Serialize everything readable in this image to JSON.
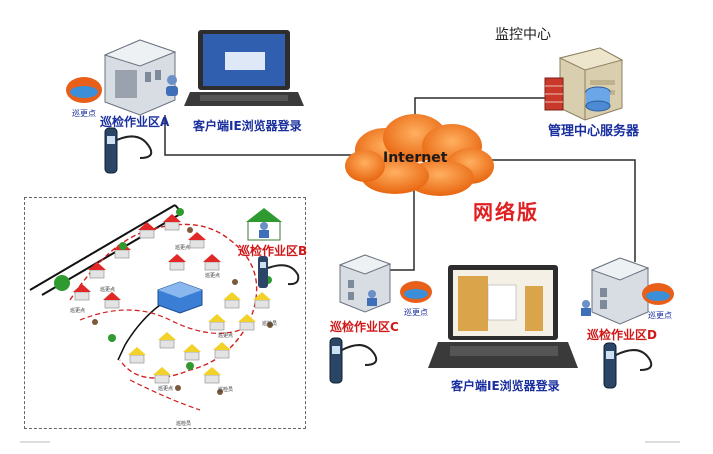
{
  "center": {
    "title": "监控中心",
    "server_label": "管理中心服务器"
  },
  "network": {
    "internet_label": "Internet",
    "version_label": "网络版"
  },
  "zones": {
    "a": "巡检作业区A",
    "b": "巡检作业区B",
    "c": "巡检作业区C",
    "d": "巡检作业区D"
  },
  "client": {
    "browser_login_top": "客户端IE浏览器登录",
    "browser_login_bottom": "客户端IE浏览器登录"
  },
  "checkpoint_label": "巡更点",
  "map": {
    "point_label": "巡更点",
    "inspector_label": "巡检员"
  },
  "colors": {
    "line": "#2b2b2b",
    "cloud": "#f07a1c",
    "zone_text": "#1a2f9e",
    "title_text": "#e02020"
  }
}
